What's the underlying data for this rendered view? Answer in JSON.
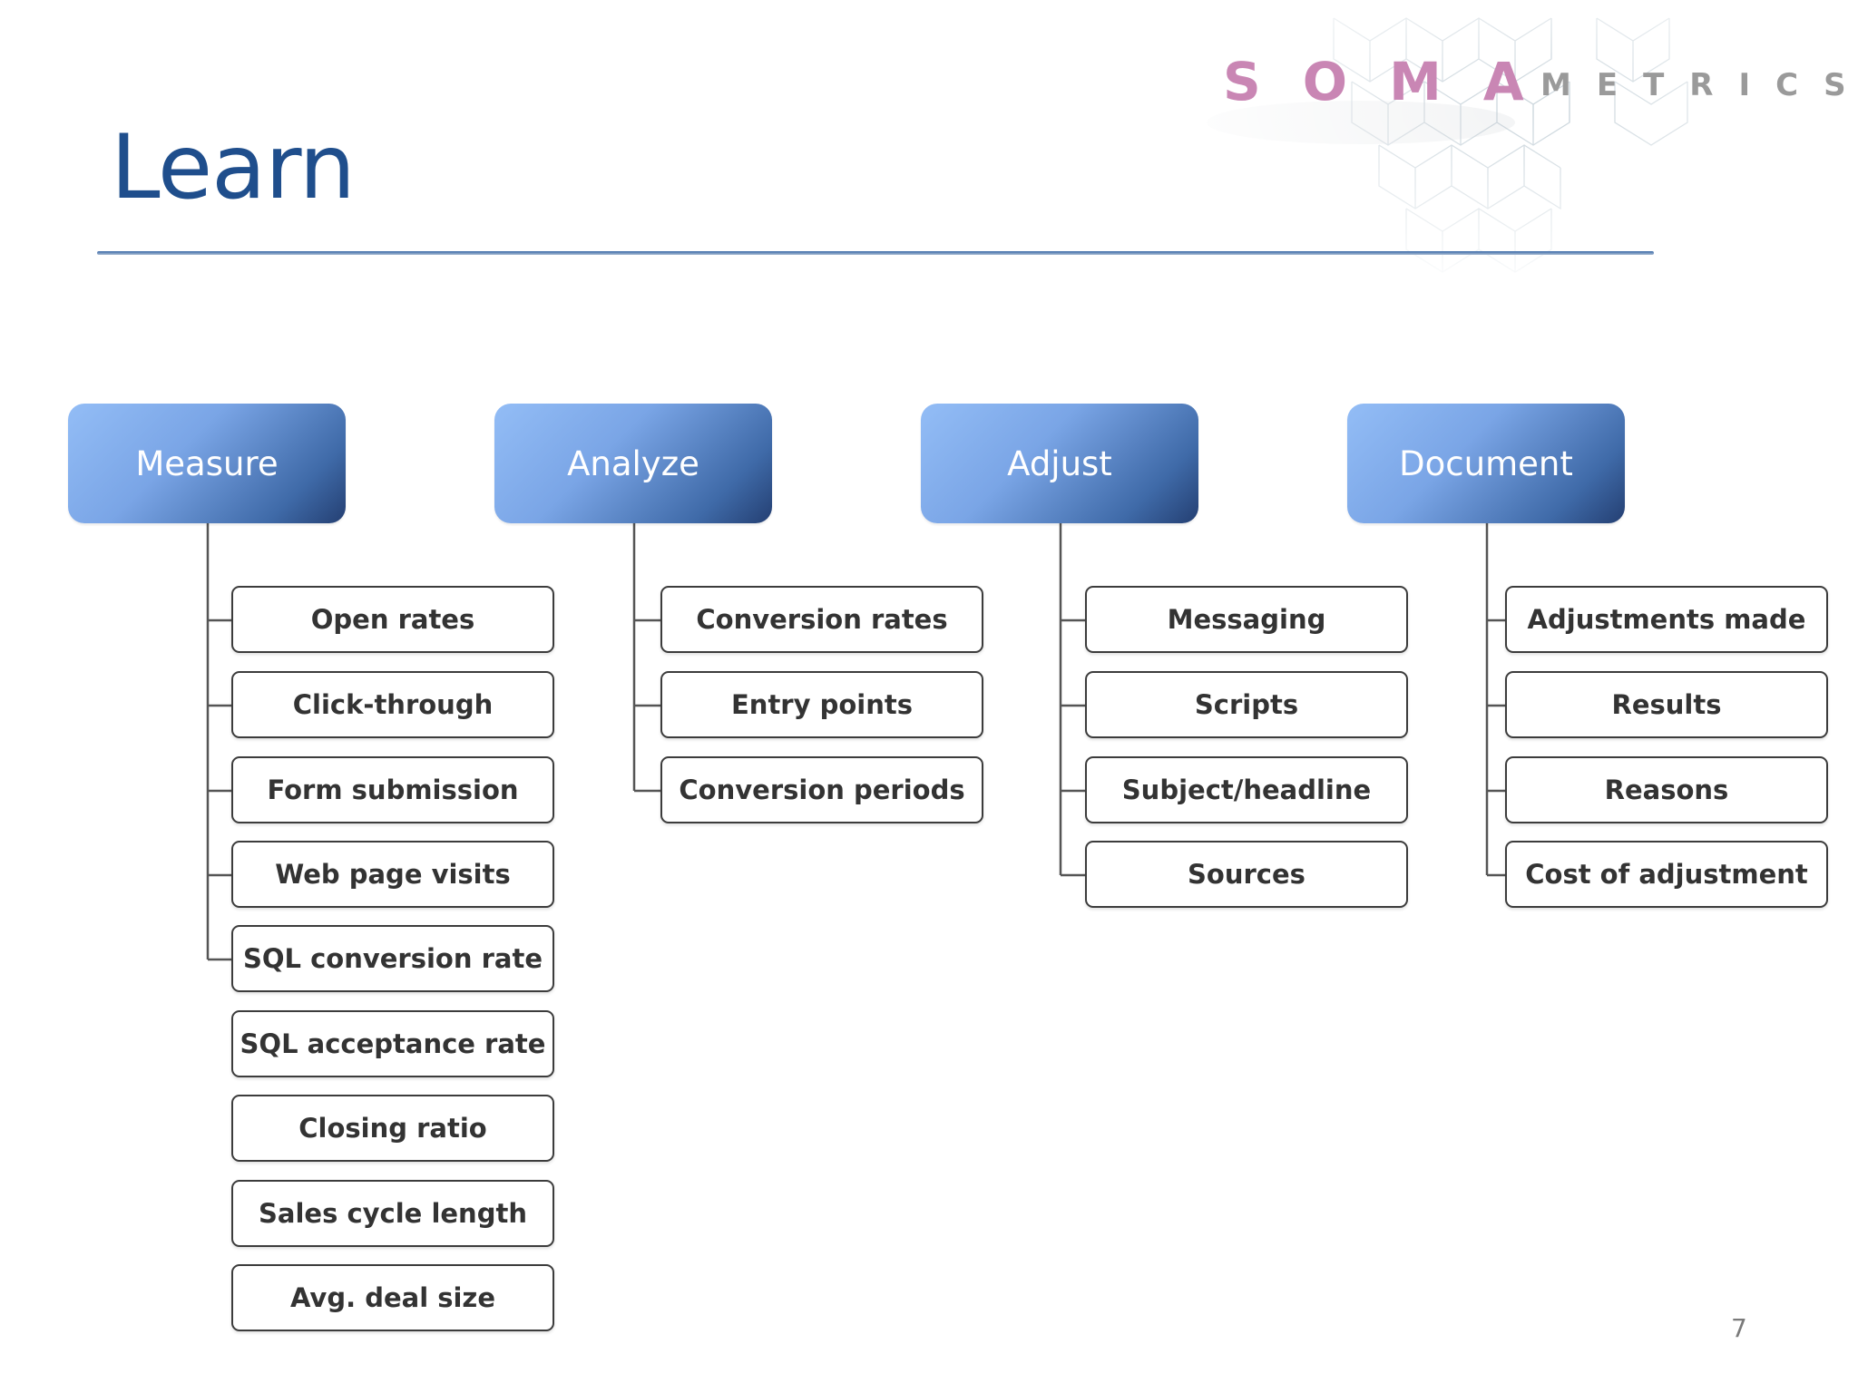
{
  "title": "Learn",
  "logo": {
    "soma_letters": [
      "S",
      "O",
      "M",
      "A"
    ],
    "metrics_letters": [
      "M",
      "E",
      "T",
      "R",
      "I",
      "C",
      "S"
    ]
  },
  "page_number": "7",
  "colors": {
    "title": "#1f4e8c",
    "header_gradient_light": "#93bdf6",
    "header_gradient_dark": "#243f72",
    "item_border": "#3c3c3c",
    "item_text": "#333333",
    "logo_soma": "#c986b4",
    "logo_metrics": "#9a9a9a"
  },
  "categories": [
    {
      "label": "Measure",
      "items": [
        "Open rates",
        "Click-through",
        "Form submission",
        "Web page visits",
        "SQL conversion rate",
        "SQL acceptance rate",
        "Closing ratio",
        "Sales cycle length",
        "Avg. deal size"
      ]
    },
    {
      "label": "Analyze",
      "items": [
        "Conversion rates",
        "Entry points",
        "Conversion periods"
      ]
    },
    {
      "label": "Adjust",
      "items": [
        "Messaging",
        "Scripts",
        "Subject/headline",
        "Sources"
      ]
    },
    {
      "label": "Document",
      "items": [
        "Adjustments made",
        "Results",
        "Reasons",
        "Cost of adjustment"
      ]
    }
  ]
}
